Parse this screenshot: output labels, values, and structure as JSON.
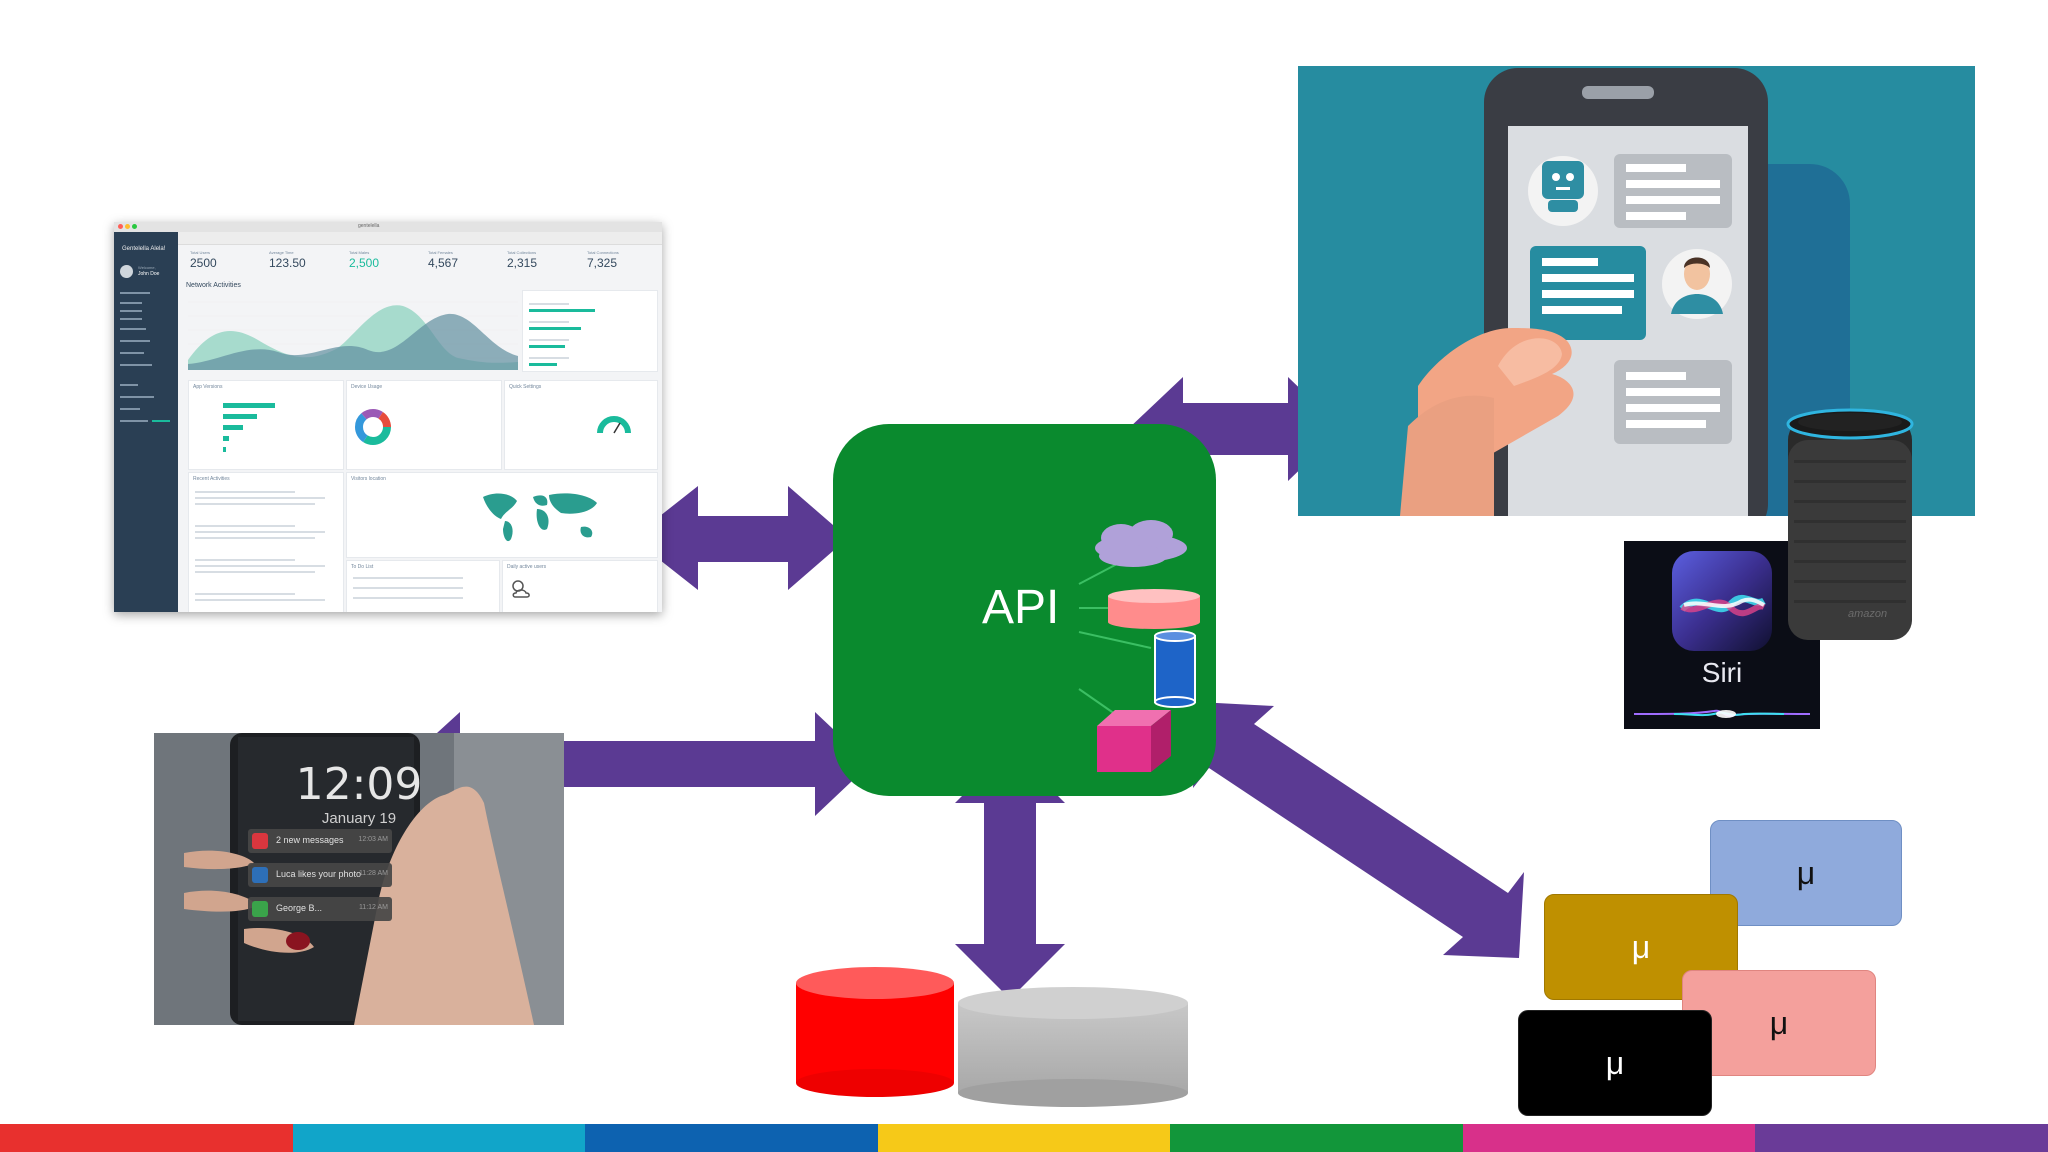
{
  "api": {
    "label": "API"
  },
  "dashboard": {
    "url": "gentelella",
    "brand": "Gentelella Alela!",
    "welcome": "Welcome,",
    "user": "John Doe",
    "stats": [
      {
        "label": "Total Users",
        "value": "2500",
        "highlight": false
      },
      {
        "label": "Average Time",
        "value": "123.50",
        "highlight": false
      },
      {
        "label": "Total Males",
        "value": "2,500",
        "highlight": true
      },
      {
        "label": "Total Females",
        "value": "4,567",
        "highlight": false
      },
      {
        "label": "Total Collections",
        "value": "2,315",
        "highlight": false
      },
      {
        "label": "Total Connections",
        "value": "7,325",
        "highlight": false
      }
    ],
    "chart_title": "Network Activities",
    "panels": {
      "app_versions": "App Versions",
      "device_usage": "Device Usage",
      "quick_settings": "Quick Settings",
      "recent_activities": "Recent Activities",
      "visitors_location": "Visitors location",
      "todo": "To Do List",
      "daily_users": "Daily active users"
    }
  },
  "chat_scene": {
    "icon": "mobile-chatbot-illustration"
  },
  "siri": {
    "label": "Siri"
  },
  "echo": {
    "label": "amazon"
  },
  "lockscreen": {
    "time": "12:09",
    "date": "January 19",
    "notifications": [
      {
        "text": "2 new messages",
        "time": "12:03 AM",
        "color": "#d9363e"
      },
      {
        "text": "Luca likes your photo",
        "time": "11:28 AM",
        "color": "#2d6fb8"
      },
      {
        "text": "George B...",
        "time": "11:12 AM",
        "color": "#3aa34a"
      }
    ]
  },
  "microservices": [
    {
      "label": "μ",
      "color": "#8faadc"
    },
    {
      "label": "μ",
      "color": "#bf9000"
    },
    {
      "label": "μ",
      "color": "#f4a09c"
    },
    {
      "label": "μ",
      "color": "#000000"
    }
  ],
  "colors": {
    "api": "#0a8a2e",
    "arrow": "#5b3a93",
    "db_red": "#ff0000",
    "db_gray": "#b0b0b0",
    "strip": [
      "#e8302e",
      "#11a5c9",
      "#0d62b0",
      "#f6c918",
      "#12963a",
      "#d8308a",
      "#6a3b98"
    ]
  }
}
